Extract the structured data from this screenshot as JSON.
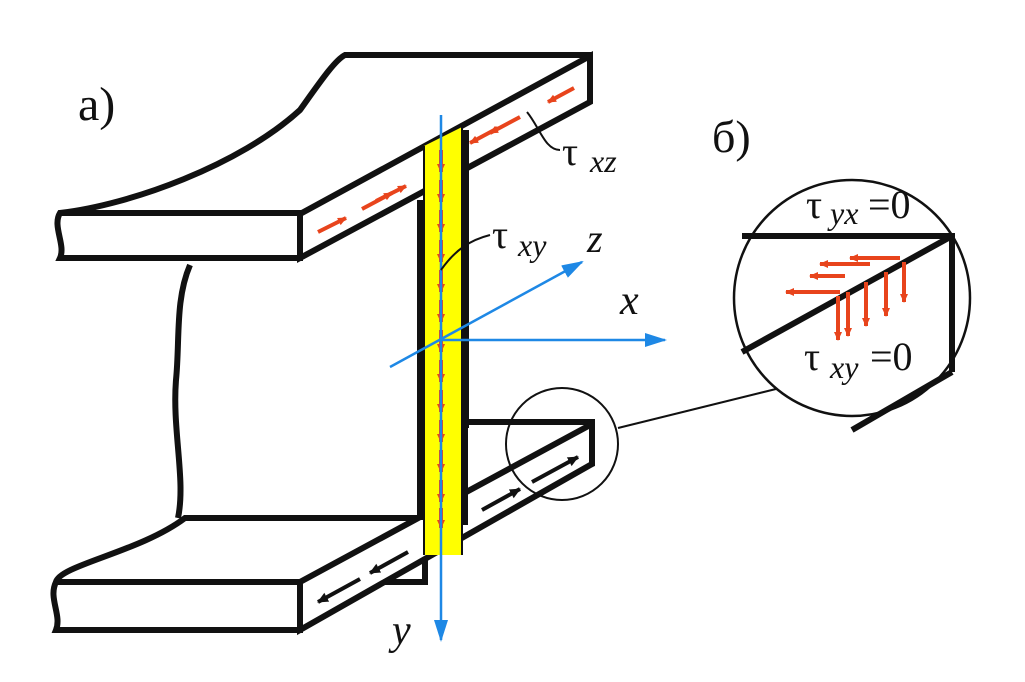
{
  "labels": {
    "part_a": "а)",
    "part_b": "б)",
    "tau_xz_sym": "τ",
    "tau_xz_sub": "xz",
    "tau_xy_sym": "τ",
    "tau_xy_sub": "xy",
    "tau_yx_zero_sym": "τ",
    "tau_yx_zero_sub": "yx",
    "tau_yx_zero_eq": "=0",
    "tau_xy_zero_sym": "τ",
    "tau_xy_zero_sub": "xy",
    "tau_xy_zero_eq": "=0",
    "axis_x": "x",
    "axis_y": "y",
    "axis_z": "z"
  },
  "colors": {
    "axis": "#1e88e5",
    "web_highlight": "#ffff00",
    "stress_arrows_red": "#e8441c",
    "stress_arrows_black": "#111111",
    "outline": "#111111"
  }
}
